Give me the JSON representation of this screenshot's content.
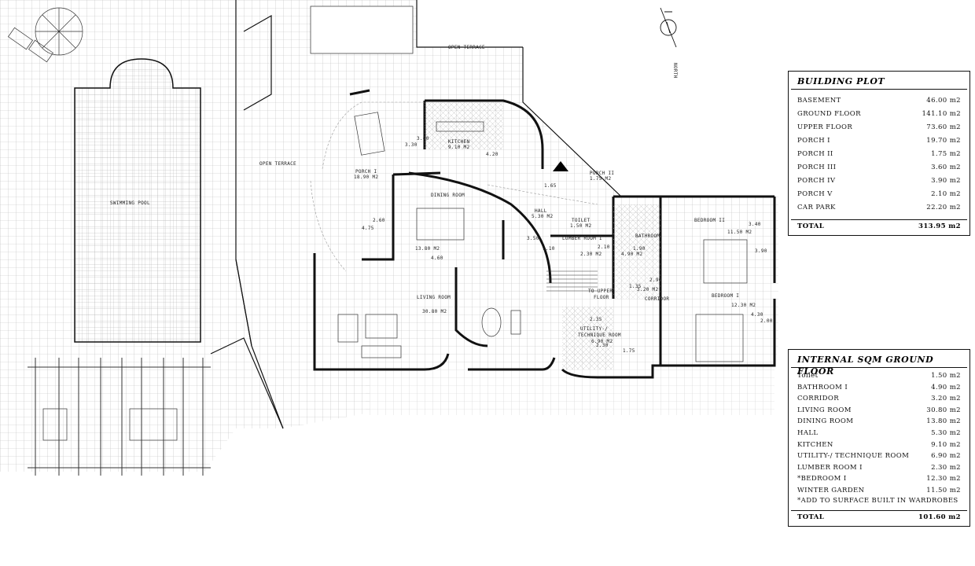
{
  "plan": {
    "labels": {
      "swimming_pool": "SWIMMING POOL",
      "open_terrace_top": "OPEN TERRACE",
      "open_terrace_left": "OPEN TERRACE",
      "north": "NORTH",
      "porch1_name": "PORCH I",
      "porch1_area": "18.90 M2",
      "porch2_name": "PORCH II",
      "porch2_area": "1.75 M2",
      "kitchen_name": "KITCHEN",
      "kitchen_area": "9.10 M2",
      "dining_name": "DINING ROOM",
      "dining_area": "13.80 M2",
      "hall_name": "HALL",
      "hall_area": "5.30 M2",
      "toilet_name": "TOILET",
      "toilet_area": "1.50 M2",
      "lumber_name": "LUMBER ROOM I",
      "lumber_area": "2.30 M2",
      "bathroom_name": "BATHROOM",
      "bathroom_area": "4.90 M2",
      "bedroom2_name": "BEDROOM II",
      "bedroom2_area": "11.50 M2",
      "bedroom1_name": "BEDROOM I",
      "bedroom1_area": "12.30 M2",
      "corridor_name": "CORRIDOR",
      "corridor_area": "3.20 M2",
      "living_name": "LIVING ROOM",
      "living_area": "30.80 M2",
      "utility_name": "UTILITY-/",
      "utility_name2": "TECHNIQUE ROOM",
      "utility_area": "6.90 M2",
      "upper_floor_1": "TO UPPER",
      "upper_floor_2": "FLOOR"
    },
    "dims": [
      "3.30",
      "3.60",
      "4.20",
      "1.65",
      "4.75",
      "2.60",
      "4.60",
      "3.50",
      "2.10",
      "1.10",
      "2.90",
      "1.90",
      "4.30",
      "3.40",
      "1.75",
      "3.90",
      "1.35",
      "2.35",
      "2.30",
      "2.00"
    ]
  },
  "building_plot": {
    "title": "BUILDING PLOT",
    "rows": [
      {
        "label": "BASEMENT",
        "value": "46.00 m2"
      },
      {
        "label": "GROUND FLOOR",
        "value": "141.10 m2"
      },
      {
        "label": "UPPER FLOOR",
        "value": "73.60 m2"
      },
      {
        "label": "PORCH I",
        "value": "19.70 m2"
      },
      {
        "label": "PORCH II",
        "value": "1.75 m2"
      },
      {
        "label": "PORCH III",
        "value": "3.60 m2"
      },
      {
        "label": "PORCH IV",
        "value": "3.90 m2"
      },
      {
        "label": "PORCH V",
        "value": "2.10 m2"
      },
      {
        "label": "CAR PARK",
        "value": "22.20 m2"
      }
    ],
    "total_label": "TOTAL",
    "total_value": "313.95 m2"
  },
  "internal_sqm": {
    "title": "INTERNAL SQM GROUND FLOOR",
    "rows": [
      {
        "label": "Toilet",
        "value": "1.50 m2"
      },
      {
        "label": "BATHROOM I",
        "value": "4.90 m2"
      },
      {
        "label": "CORRIDOR",
        "value": "3.20 m2"
      },
      {
        "label": "LIVING ROOM",
        "value": "30.80 m2"
      },
      {
        "label": "DINING ROOM",
        "value": "13.80 m2"
      },
      {
        "label": "HALL",
        "value": "5.30 m2"
      },
      {
        "label": "KITCHEN",
        "value": "9.10 m2"
      },
      {
        "label": "UTILITY-/ TECHNIQUE ROOM",
        "value": "6.90 m2"
      },
      {
        "label": "LUMBER ROOM I",
        "value": "2.30 m2"
      },
      {
        "label": "*BEDROOM I",
        "value": "12.30 m2"
      },
      {
        "label": "WINTER GARDEN",
        "value": "11.50 m2"
      }
    ],
    "note": "*ADD TO SURFACE BUILT IN WARDROBES",
    "total_label": "TOTAL",
    "total_value": "101.60 m2"
  }
}
